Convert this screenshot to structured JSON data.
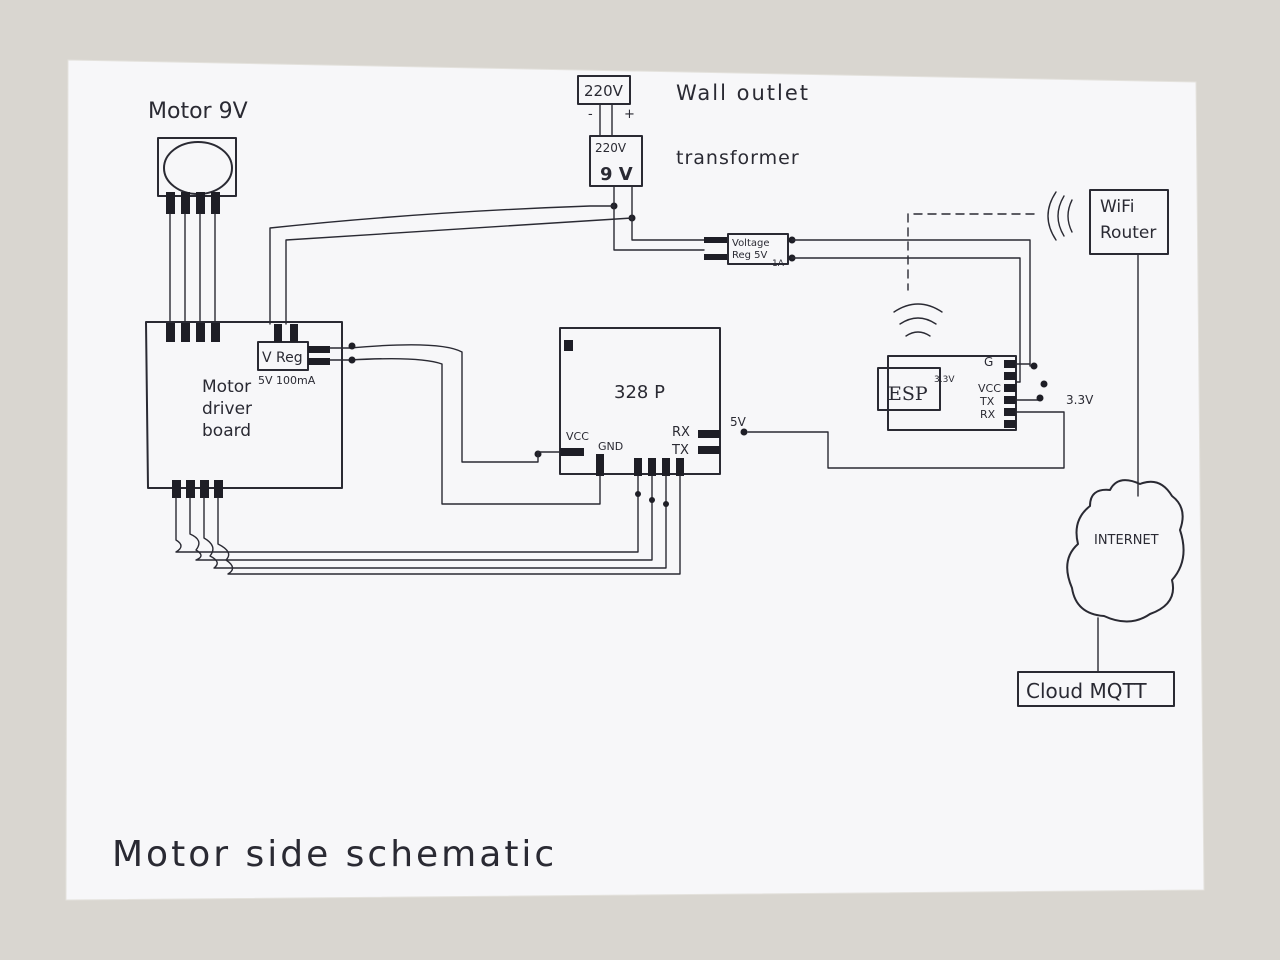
{
  "title": "Motor side schematic",
  "components": {
    "motor": {
      "label": "Motor 9V"
    },
    "wall_outlet": {
      "box_label": "220V",
      "minus": "-",
      "plus": "+",
      "caption": "Wall outlet"
    },
    "transformer": {
      "top": "220V",
      "bottom": "9 V",
      "caption": "transformer"
    },
    "voltage_reg_5v": {
      "line1": "Voltage",
      "line2": "Reg 5V",
      "line3": "1A"
    },
    "wifi_router": {
      "line1": "WiFi",
      "line2": "Router"
    },
    "vreg_small": {
      "label": "V Reg",
      "rating": "5V 100mA"
    },
    "motor_driver": {
      "line1": "Motor",
      "line2": "driver",
      "line3": "board"
    },
    "mcu": {
      "label": "328 P",
      "vcc": "VCC",
      "gnd": "GND",
      "rx": "RX",
      "tx": "TX",
      "v5": "5V"
    },
    "esp": {
      "label": "ESP",
      "voltage": "3.3V",
      "pin_g": "G",
      "pin_vcc": "VCC",
      "pin_tx": "TX",
      "pin_rx": "RX",
      "supply": "3.3V"
    },
    "internet": {
      "label": "INTERNET"
    },
    "cloud_mqtt": {
      "label": "Cloud MQTT"
    }
  }
}
